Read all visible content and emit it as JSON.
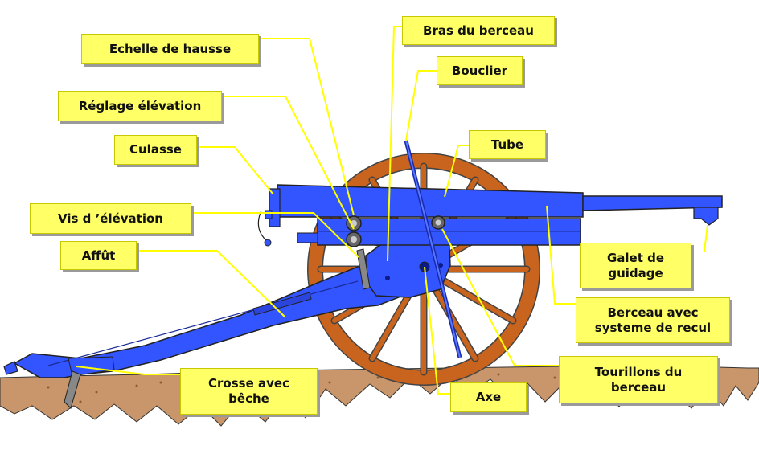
{
  "labels": {
    "echelle_de_hausse": "Echelle de hausse",
    "bras_du_berceau": "Bras du berceau",
    "bouclier": "Bouclier",
    "reglage_elevation": "Réglage élévation",
    "culasse": "Culasse",
    "tube": "Tube",
    "vis_elevation": "Vis d ’élévation",
    "affut": "Affût",
    "galet_de_guidage": "Galet de\nguidage",
    "berceau_recul": "Berceau avec\nsysteme de recul",
    "crosse_beche": "Crosse avec\nbêche",
    "tourillons": "Tourillons du\nberceau",
    "axe": "Axe"
  },
  "colors": {
    "label_fill": "#ffff66",
    "leader_line": "#ffff00",
    "gun_blue": "#3355ff",
    "wheel_wood": "#c8641e",
    "ground": "#c8966a"
  }
}
